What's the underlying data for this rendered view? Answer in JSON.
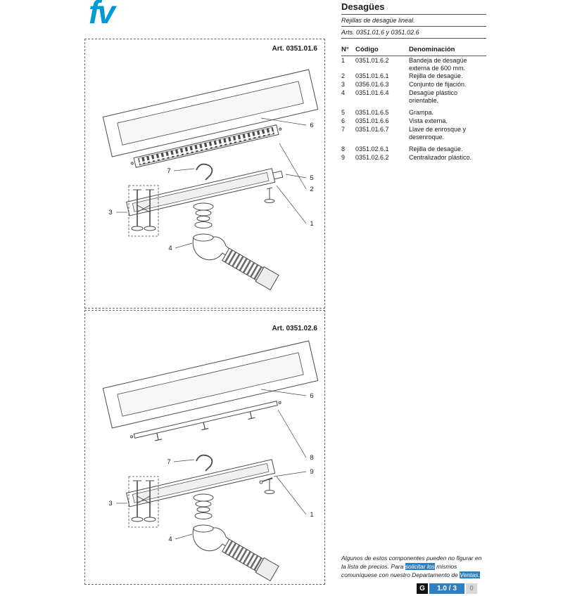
{
  "brand": {
    "logo": "fv",
    "logo_color": "#0098d6"
  },
  "header": {
    "title": "Desagües",
    "subtitle": "Rejillas de desagüe lineal.",
    "arts": "Arts. 0351.01.6 y 0351.02.6"
  },
  "diagram1": {
    "art_label": "Art. 0351.01.6",
    "callouts": {
      "c1": "1",
      "c2": "2",
      "c3": "3",
      "c4": "4",
      "c5": "5",
      "c6": "6",
      "c7": "7"
    }
  },
  "diagram2": {
    "art_label": "Art. 0351.02.6",
    "callouts": {
      "c1": "1",
      "c3": "3",
      "c4": "4",
      "c6": "6",
      "c7": "7",
      "c8": "8",
      "c9": "9"
    }
  },
  "table": {
    "headers": {
      "num": "N°",
      "code": "Código",
      "name": "Denominación"
    },
    "rows": [
      {
        "num": "1",
        "code": "0351.01.6.2",
        "name": "Bandeja de desagüe externa de 600 mm."
      },
      {
        "num": "2",
        "code": "0351.01.6.1",
        "name": "Rejilla de desagüe."
      },
      {
        "num": "3",
        "code": "0356.01.6.3",
        "name": "Conjunto de fijación."
      },
      {
        "num": "4",
        "code": "0351.01.6.4",
        "name": "Desagüe plástico orientable."
      },
      {
        "num": "5",
        "code": "0351.01.6.5",
        "name": "Grampa."
      },
      {
        "num": "6",
        "code": "0351.01.6.6",
        "name": "Vista externa."
      },
      {
        "num": "7",
        "code": "0351.01.6.7",
        "name": "Llave de enrosque y desenroque."
      },
      {
        "num": "8",
        "code": "0351.02.6.1",
        "name": "Rejilla de desagüe."
      },
      {
        "num": "9",
        "code": "0351.02.6.2",
        "name": "Centralizador plástico."
      }
    ]
  },
  "footnote": {
    "seg1": "Algunos de estos componentes pueden no figurar en la lista de precios. Para ",
    "hl1": "solicitar los",
    "seg2": " mismos comuníquese con nuestro Departamento de ",
    "hl2": "Ventas."
  },
  "footer": {
    "g_label": "G",
    "version": "1.0 / 3",
    "extra": "0"
  },
  "colors": {
    "badge_blue": "#2f7fc1",
    "highlight_blue": "#2f7fc1",
    "logo_blue": "#0098d6"
  }
}
